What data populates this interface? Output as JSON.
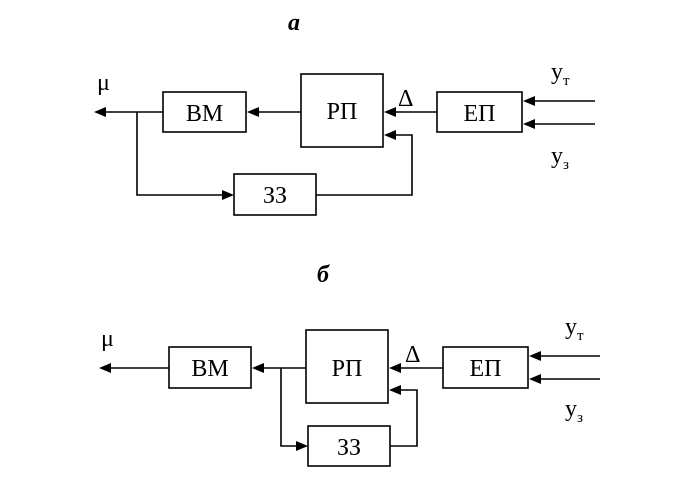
{
  "diagrams": [
    {
      "title": "а",
      "blocks": {
        "output_block": "ВМ",
        "regulator_block": "РП",
        "input_block": "ЕП",
        "feedback_block": "ЗЗ"
      },
      "output_symbol": "μ",
      "error_symbol": "Δ",
      "input_top": {
        "base": "у",
        "sub": "т"
      },
      "input_bottom": {
        "base": "у",
        "sub": "з"
      }
    },
    {
      "title": "б",
      "blocks": {
        "output_block": "ВМ",
        "regulator_block": "РП",
        "input_block": "ЕП",
        "feedback_block": "ЗЗ"
      },
      "output_symbol": "μ",
      "error_symbol": "Δ",
      "input_top": {
        "base": "у",
        "sub": "т"
      },
      "input_bottom": {
        "base": "у",
        "sub": "з"
      }
    }
  ]
}
